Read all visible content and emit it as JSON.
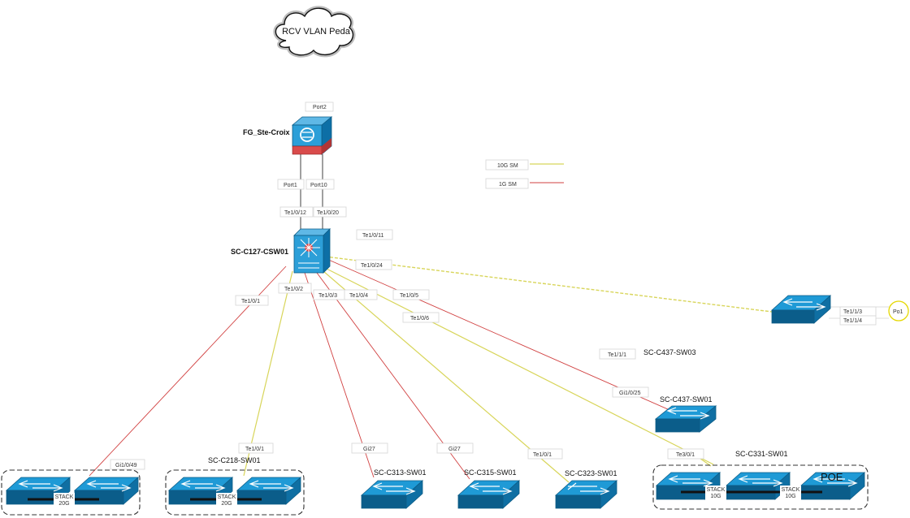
{
  "cloud_label": "RCV VLAN Peda",
  "firewall": {
    "name": "FG_Ste-Croix",
    "top_port": "Port2",
    "port_left": "Port1",
    "port_right": "Port10"
  },
  "core": {
    "name": "SC-C127-CSW01",
    "port_left": "Te1/0/12",
    "port_right": "Te1/0/20",
    "spare_port": "Te1/0/11"
  },
  "legend": {
    "items": [
      {
        "label": "10G SM",
        "color": "#d8d55a"
      },
      {
        "label": "1G SM",
        "color": "#d14040"
      }
    ]
  },
  "colors": {
    "yellow": "#d8d55a",
    "red": "#d14040",
    "switch": "#1f9ad6"
  },
  "links": {
    "te1_0_1": "Te1/0/1",
    "te1_0_2": "Te1/0/2",
    "te1_0_3": "Te1/0/3",
    "te1_0_4": "Te1/0/4",
    "te1_0_5": "Te1/0/5",
    "te1_0_6": "Te1/0/6",
    "te1_0_24": "Te1/0/24",
    "gi1_0_49": "Gi1/0/49",
    "te1_0_1_c218": "Te1/0/1",
    "gi27_c313": "Gi27",
    "gi27_c315": "Gi27",
    "te1_0_1_c323": "Te1/0/1",
    "gi1_0_25": "Gi1/0/25",
    "te3_0_1": "Te3/0/1",
    "te1_1_1": "Te1/1/1",
    "te1_1_3": "Te1/1/3",
    "te1_1_4": "Te1/1/4",
    "po1": "Po1"
  },
  "switches": {
    "c218": "SC-C218-SW01",
    "c313": "SC-C313-SW01",
    "c315": "SC-C315-SW01",
    "c323": "SC-C323-SW01",
    "c437_sw01": "SC-C437-SW01",
    "c437_sw03": "SC-C437-SW03",
    "c331": "SC-C331-SW01"
  },
  "stacks": {
    "left": "STACK\n20G",
    "mid": "STACK\n20G",
    "right1": "STACK\n10G",
    "right2": "STACK\n10G",
    "poe": "POE"
  },
  "icons": [
    "cloud-icon",
    "firewall-icon",
    "multilayer-switch-icon",
    "switch-icon"
  ]
}
